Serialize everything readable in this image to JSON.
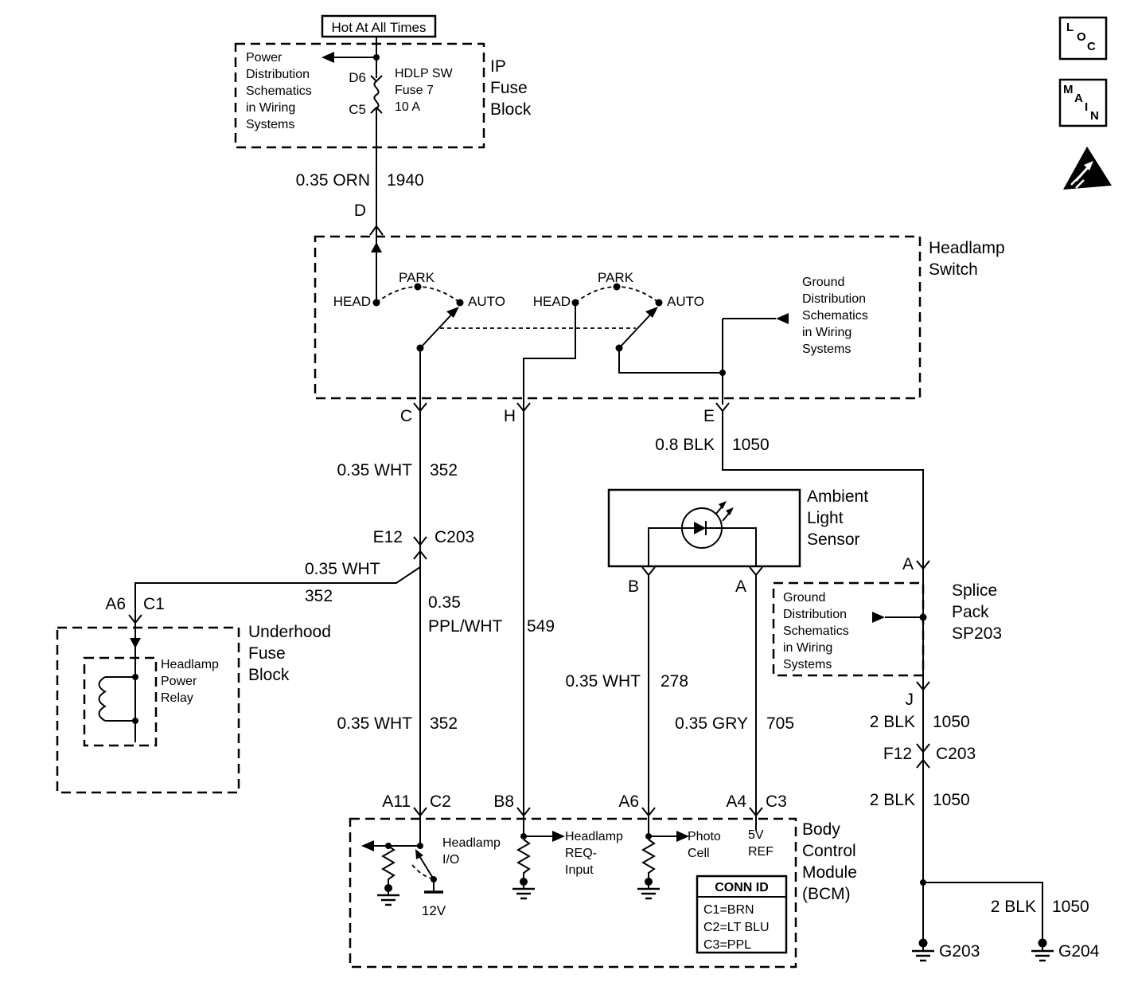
{
  "corner": {
    "loc": [
      "L",
      "O",
      "C"
    ],
    "main": [
      "M",
      "A",
      "I",
      "N"
    ]
  },
  "ipfuse": {
    "hot": "Hot At All Times",
    "note": [
      "Power",
      "Distribution",
      "Schematics",
      "in Wiring",
      "Systems"
    ],
    "d6": "D6",
    "c5": "C5",
    "fuse": [
      "HDLP SW",
      "Fuse 7",
      "10 A"
    ],
    "label": [
      "IP",
      "Fuse",
      "Block"
    ]
  },
  "wire_orn": {
    "name": "0.35 ORN",
    "num": "1940"
  },
  "conn_d": "D",
  "hlswitch": {
    "label": [
      "Headlamp",
      "Switch"
    ],
    "s1": {
      "head": "HEAD",
      "park": "PARK",
      "auto": "AUTO"
    },
    "s2": {
      "head": "HEAD",
      "park": "PARK",
      "auto": "AUTO"
    },
    "ground_note": [
      "Ground",
      "Distribution",
      "Schematics",
      "in Wiring",
      "Systems"
    ]
  },
  "conn_c": "C",
  "conn_h": "H",
  "conn_e": "E",
  "wire_blk": {
    "name": "0.8 BLK",
    "num": "1050"
  },
  "wire_wht1": {
    "name": "0.35 WHT",
    "num": "352"
  },
  "conn_e12": {
    "pin": "E12",
    "conn": "C203"
  },
  "wire_wht2": {
    "name": "0.35 WHT",
    "num": "352"
  },
  "conn_a6c1": {
    "pin": "A6",
    "conn": "C1"
  },
  "underhood": {
    "label": [
      "Underhood",
      "Fuse",
      "Block"
    ],
    "relay": [
      "Headlamp",
      "Power",
      "Relay"
    ]
  },
  "wire_ppl": {
    "l1": "0.35",
    "l2": "PPL/WHT",
    "num": "549"
  },
  "wire_wht3": {
    "name": "0.35 WHT",
    "num": "352"
  },
  "sensor": {
    "label": [
      "Ambient",
      "Light",
      "Sensor"
    ],
    "b": "B",
    "a": "A"
  },
  "wire_wht278": {
    "name": "0.35 WHT",
    "num": "278"
  },
  "wire_gry": {
    "name": "0.35 GRY",
    "num": "705"
  },
  "splice": {
    "a": "A",
    "label": [
      "Splice",
      "Pack",
      "SP203"
    ],
    "note": [
      "Ground",
      "Distribution",
      "Schematics",
      "in Wiring",
      "Systems"
    ],
    "j": "J"
  },
  "wire_2blk_1": {
    "name": "2 BLK",
    "num": "1050"
  },
  "conn_f12": {
    "pin": "F12",
    "conn": "C203"
  },
  "wire_2blk_2": {
    "name": "2 BLK",
    "num": "1050"
  },
  "wire_2blk_3": {
    "name": "2 BLK",
    "num": "1050"
  },
  "grounds": {
    "g203": "G203",
    "g204": "G204"
  },
  "bcm": {
    "label": [
      "Body",
      "Control",
      "Module",
      "(BCM)"
    ],
    "pins": {
      "a11": "A11",
      "c2": "C2",
      "b8": "B8",
      "a6": "A6",
      "a4": "A4",
      "c3": "C3"
    },
    "io": [
      "Headlamp",
      "I/O"
    ],
    "req": [
      "Headlamp",
      "REQ-",
      "Input"
    ],
    "photo": [
      "Photo",
      "Cell"
    ],
    "vref": [
      "5V",
      "REF"
    ],
    "v12": "12V",
    "connid": {
      "title": "CONN ID",
      "rows": [
        "C1=BRN",
        "C2=LT BLU",
        "C3=PPL"
      ]
    }
  }
}
